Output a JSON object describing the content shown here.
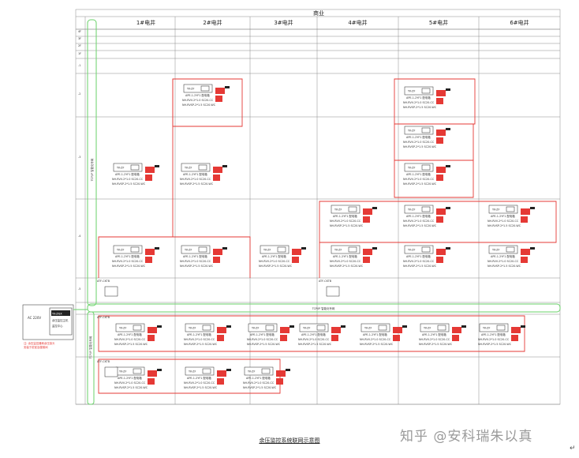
{
  "building": "商业",
  "shafts": [
    "1#电井",
    "2#电井",
    "3#电井",
    "4#电井",
    "5#电井",
    "6#电井"
  ],
  "floors": [
    "4F",
    "3F",
    "2F",
    "1F",
    "-1",
    "-2",
    "-3",
    "-4",
    "-5"
  ],
  "bus_label": "TCP/IP 智能化专网",
  "module_label": "YK-ZF",
  "module_line1": "APE-1-2YF1 配电箱",
  "cable1": "NH-RVV-2*1.0 SC20-CC",
  "cable2": "NH-RVSP-2*1.5 SC20-WC",
  "ap_label": "ATF-CKTB",
  "power_label": "AC 220V",
  "panel_lines": [
    "YK-ZFJX",
    "余压监控主机",
    "监控中心"
  ],
  "note_lines": [
    "注: 余压监控器和余压探头",
    "安装于前室及楼梯间"
  ],
  "small_tag": "YK-ZF/C",
  "caption": "余压监控系统联网示意图",
  "watermark": "知乎 @安科瑞朱以真",
  "return_mark": "↵",
  "colors": {
    "wire": "#e53935",
    "bus": "#6ad26a",
    "grid": "#8a8a8a"
  }
}
